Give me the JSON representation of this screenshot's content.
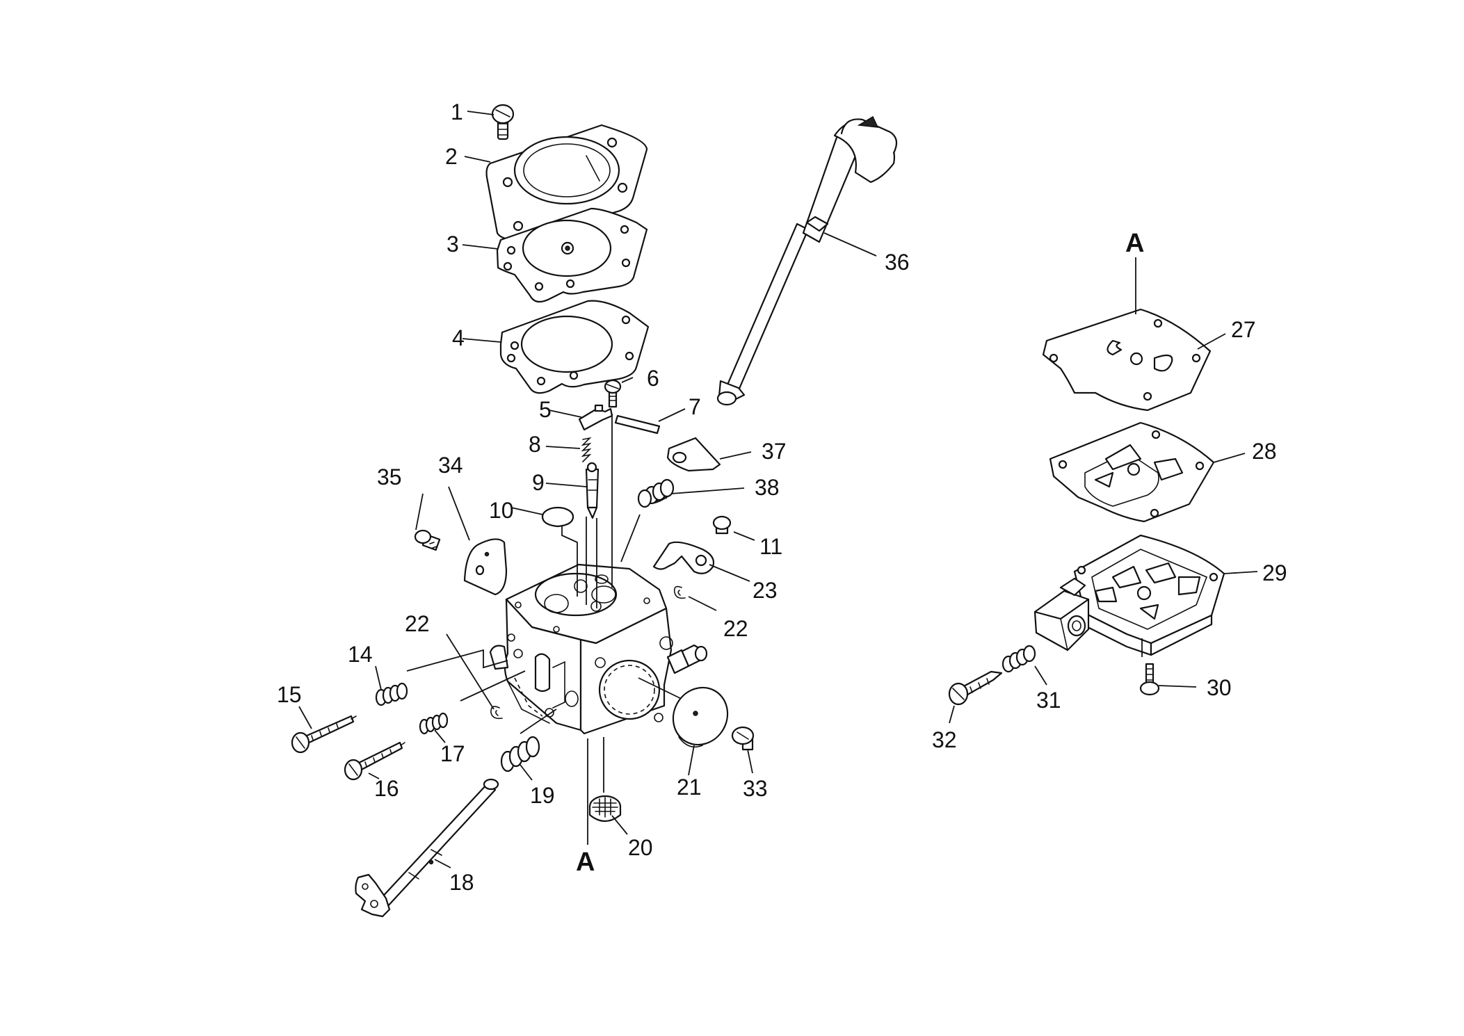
{
  "diagram": {
    "ref_top": "A",
    "ref_bottom": "A",
    "labels": {
      "p1": "1",
      "p2": "2",
      "p3": "3",
      "p4": "4",
      "p5": "5",
      "p6": "6",
      "p7": "7",
      "p8": "8",
      "p9": "9",
      "p10": "10",
      "p11": "11",
      "p14": "14",
      "p15": "15",
      "p16": "16",
      "p17": "17",
      "p18": "18",
      "p19": "19",
      "p20": "20",
      "p21": "21",
      "p22a": "22",
      "p22b": "22",
      "p23": "23",
      "p27": "27",
      "p28": "28",
      "p29": "29",
      "p30": "30",
      "p31": "31",
      "p32": "32",
      "p33": "33",
      "p34": "34",
      "p35": "35",
      "p36": "36",
      "p37": "37",
      "p38": "38"
    }
  }
}
